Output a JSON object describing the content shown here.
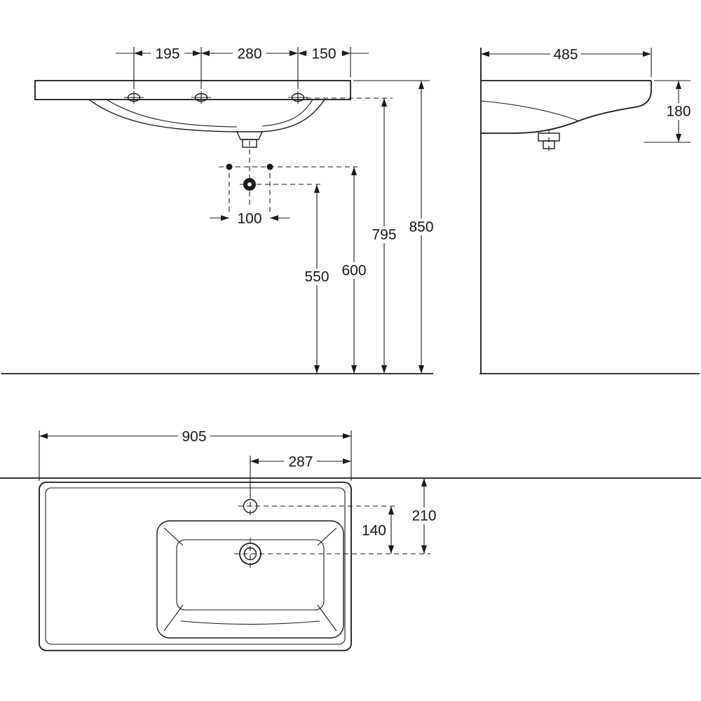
{
  "page": {
    "background": "#ffffff",
    "line_color": "#1a1a1a",
    "description": "Washbasin technical dimension drawing, three orthographic views"
  },
  "views": {
    "front": {
      "spacing_195": "195",
      "spacing_280": "280",
      "spacing_150": "150",
      "fixing_spacing_100": "100",
      "height_550": "550",
      "height_600": "600",
      "height_795": "795",
      "height_850": "850"
    },
    "side": {
      "depth_485": "485",
      "height_180": "180"
    },
    "plan": {
      "width_905": "905",
      "tap_offset_287": "287",
      "tap_drain_140": "140",
      "wall_drain_210": "210"
    }
  }
}
